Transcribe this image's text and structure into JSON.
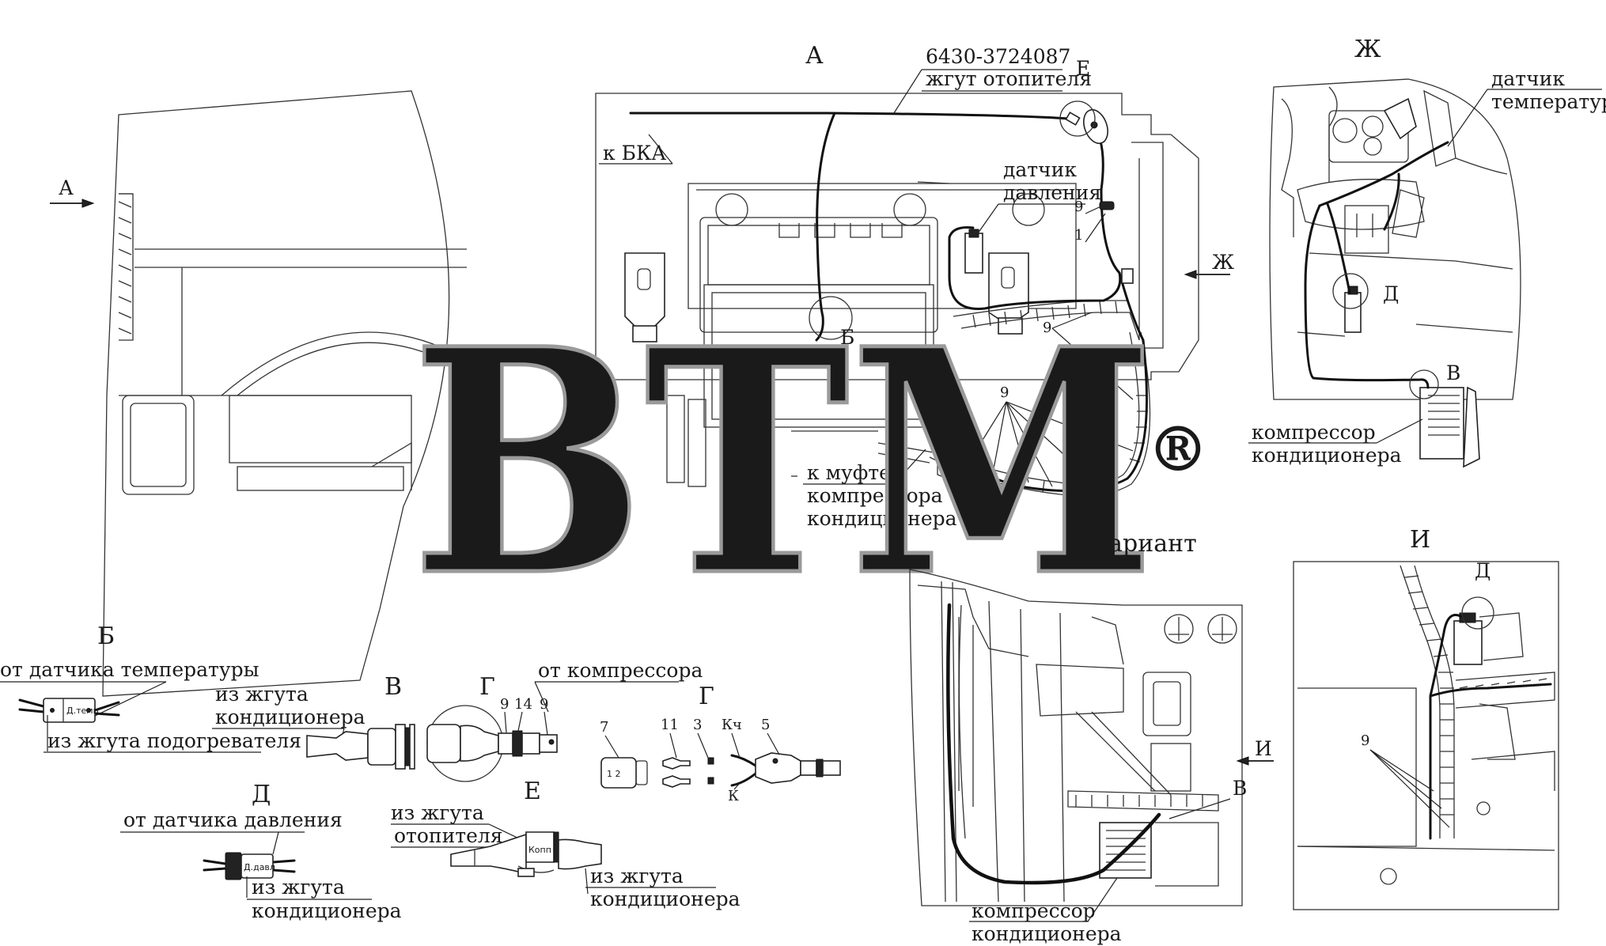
{
  "labels": {
    "view_a_arrow": "А",
    "view_a_title": "А",
    "harness_code": "6430-3724087",
    "harness_name": "жгут отопителя",
    "e_top": "Е",
    "to_bka": "к БКА",
    "pressure_sensor_l1": "датчик",
    "pressure_sensor_l2": "давления",
    "num_9_top": "9",
    "num_1_top": "1",
    "zh_arrow": "Ж",
    "b_marker": "Б",
    "num_9_right": "9",
    "num_9_center": "9",
    "muff_l1": "к муфте",
    "muff_l2": "компрессора",
    "muff_l3": "кондиционера",
    "zh_title": "Ж",
    "temp_sensor_l1": "датчик",
    "temp_sensor_l2": "температуры",
    "d_marker": "Д",
    "v_marker": "В",
    "compressor_zh_l1": "компрессор",
    "compressor_zh_l2": "кондиционера",
    "a_variant_title": "А вариант",
    "i_arrow": "И",
    "v_marker_var": "В",
    "compressor_var_l1": "компрессор",
    "compressor_var_l2": "кондиционера",
    "i_title": "И",
    "d_marker_i": "Д",
    "num_9_i": "9",
    "detail_b_title": "Б",
    "from_temp_sensor": "от датчика температуры",
    "from_heater_harness": "из жгута подогревателя",
    "detail_v_title": "В",
    "from_ac_harness_v_l1": "из жгута",
    "from_ac_harness_v_l2": "кондиционера",
    "detail_g_title": "Г",
    "num_9_g1": "9",
    "num_14_g": "14",
    "num_9_g2": "9",
    "from_compressor": "от компрессора",
    "detail_g2_title": "Г",
    "num_7": "7",
    "num_11": "11",
    "num_3": "3",
    "kch": "Кч",
    "num_5": "5",
    "k": "К",
    "detail_d_title": "Д",
    "from_pressure_sensor": "от датчика давления",
    "from_ac_harness_d_l1": "из жгута",
    "from_ac_harness_d_l2": "кондиционера",
    "detail_e_title": "Е",
    "from_heater_harness_e_l1": "из жгута",
    "from_heater_harness_e_l2": "отопителя",
    "from_ac_harness_e_l1": "из жгута",
    "from_ac_harness_e_l2": "кондиционера",
    "connector_b_text": "Д.темп",
    "connector_g_text": "1 2",
    "connector_d_text": "Д.давл",
    "connector_e_text": "Копп"
  },
  "watermark": {
    "text": "BTM",
    "mark": "®",
    "color": "#9a9a9a"
  }
}
